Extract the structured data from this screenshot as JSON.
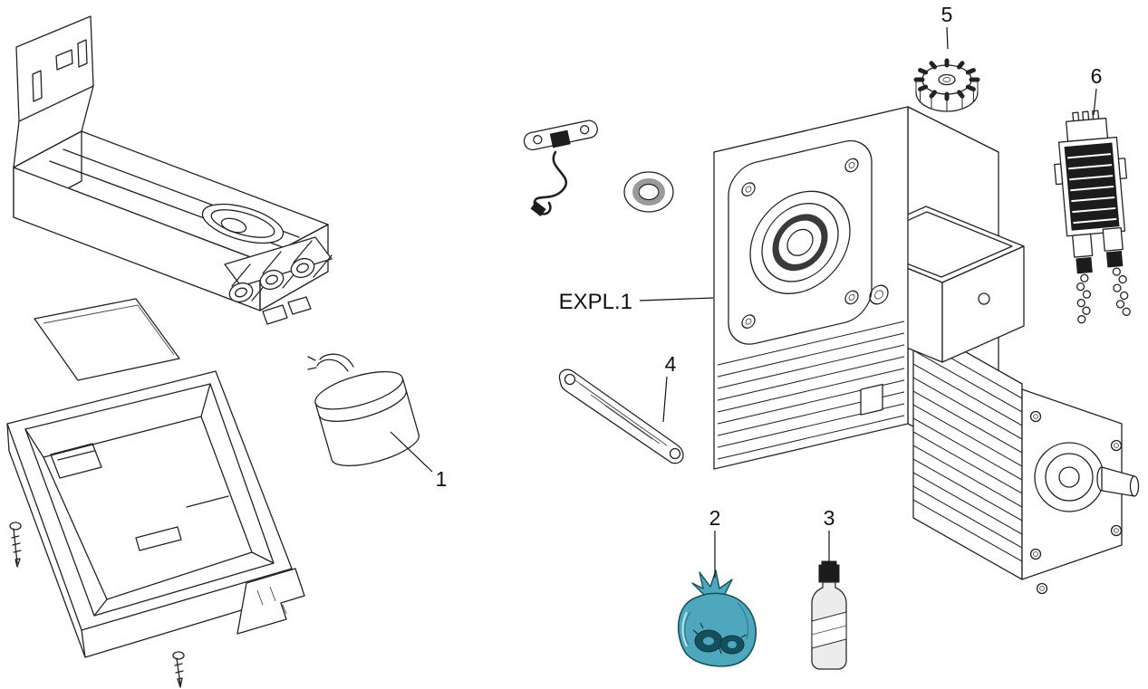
{
  "diagram": {
    "type": "exploded-parts-diagram",
    "assembly_label": "EXPL.1",
    "callouts": [
      {
        "id": "1",
        "part": "capacitor"
      },
      {
        "id": "2",
        "part": "spare-parts-bag"
      },
      {
        "id": "3",
        "part": "oil-bottle"
      },
      {
        "id": "4",
        "part": "lever-arm"
      },
      {
        "id": "5",
        "part": "pinion-gear"
      },
      {
        "id": "6",
        "part": "brush-holder"
      }
    ],
    "colors": {
      "background": "#ffffff",
      "line": "#232323",
      "label_text": "#101010",
      "bag_teal": "#4fa7bd",
      "bag_dark": "#15525f",
      "cap_black": "#161616"
    }
  }
}
